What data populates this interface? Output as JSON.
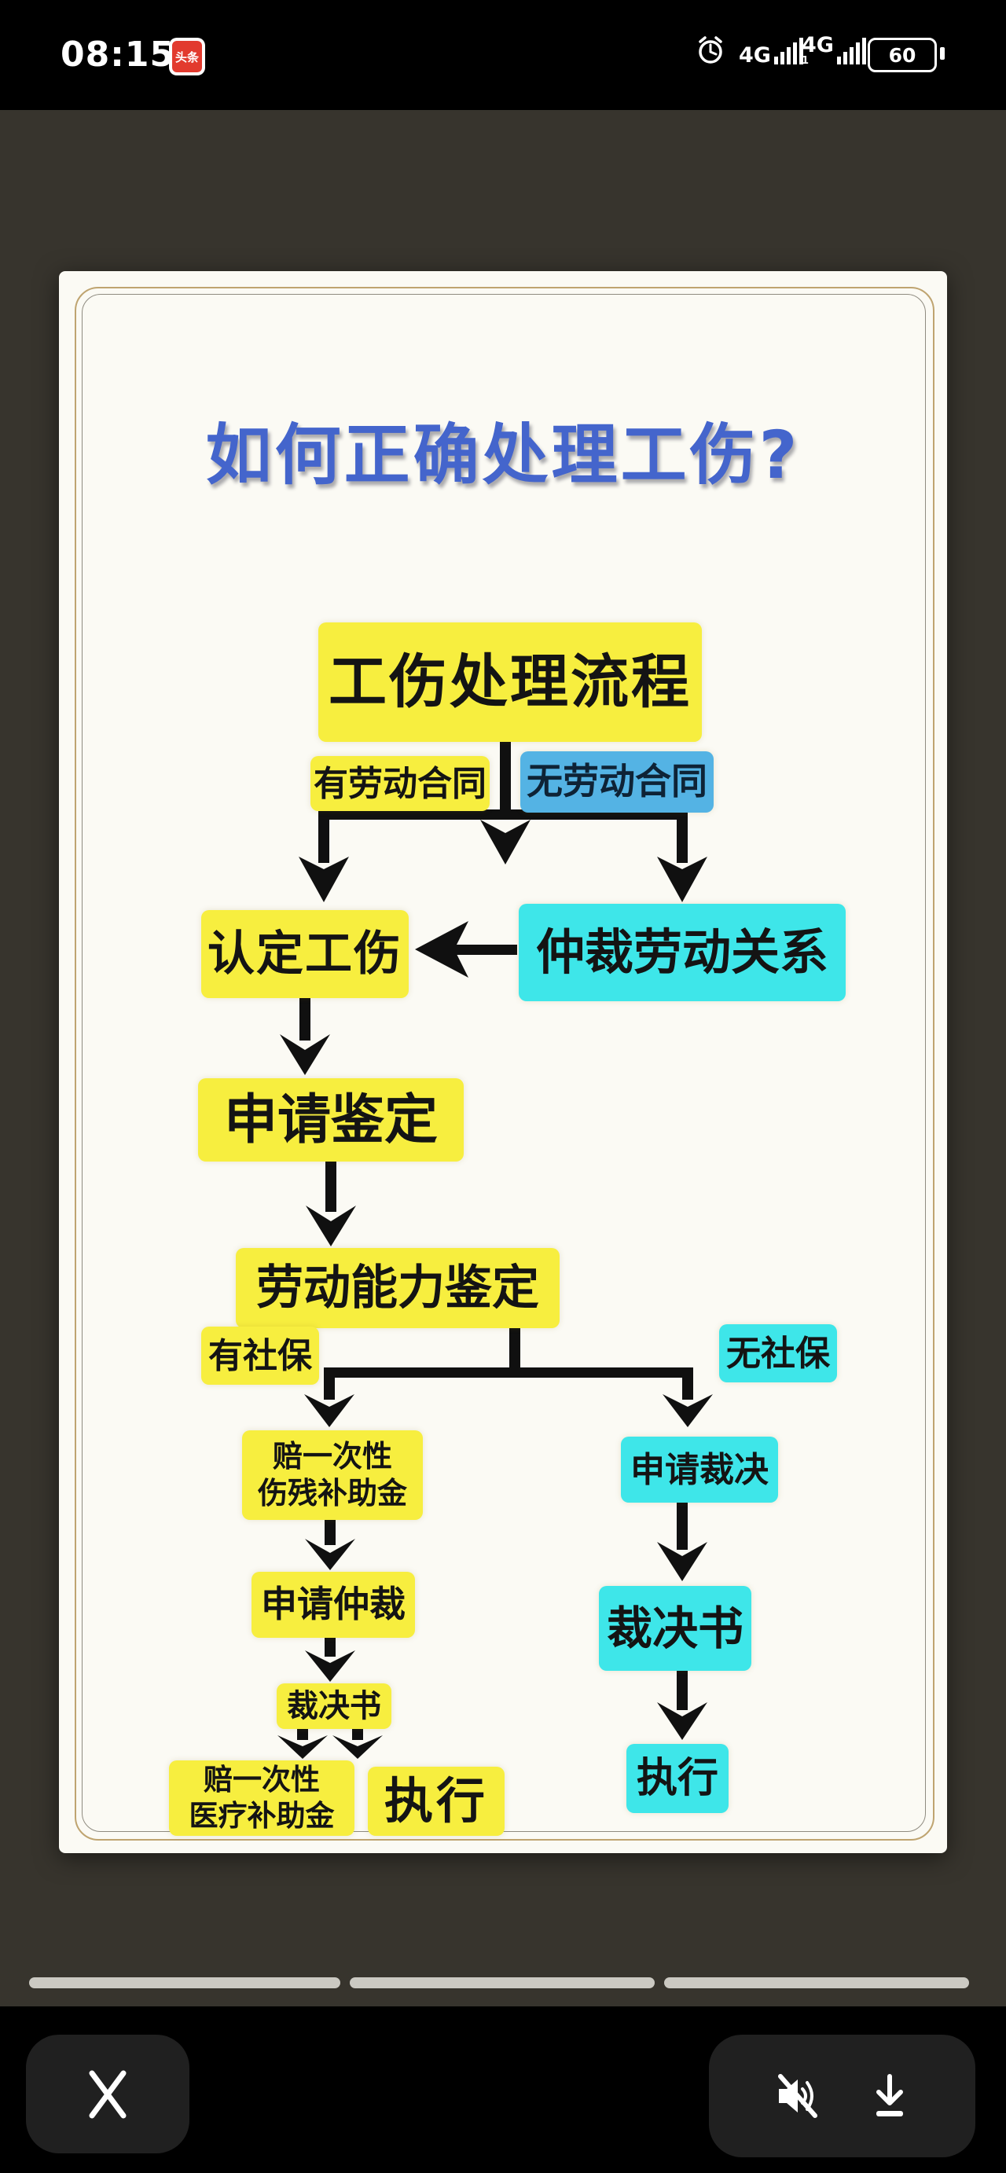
{
  "status_bar": {
    "time": "08:15",
    "app_badge_text": "头条",
    "sim1_label": "4G",
    "sim2_label": "4G",
    "sim2_sub": "1",
    "battery_level": "60"
  },
  "poster": {
    "title": "如何正确处理工伤?",
    "colors": {
      "title_blue": "#4465cc",
      "node_yellow": "#f7ee3f",
      "node_cyan": "#3ee6e9",
      "node_blue": "#54b3e4",
      "line_black": "#101010",
      "card_bg": "#fbfaf4"
    },
    "nodes": {
      "root": "工伤处理流程",
      "has_contract": "有劳动合同",
      "no_contract": "无劳动合同",
      "confirm_injury": "认定工伤",
      "arbitrate_relation": "仲裁劳动关系",
      "apply_appraisal": "申请鉴定",
      "labor_appraisal": "劳动能力鉴定",
      "has_social": "有社保",
      "no_social": "无社保",
      "disability_line1": "赔一次性",
      "disability_line2": "伤残补助金",
      "apply_arbitration": "申请仲裁",
      "award_left": "裁决书",
      "medical_line1": "赔一次性",
      "medical_line2": "医疗补助金",
      "execute_left": "执行",
      "apply_award": "申请裁决",
      "award_right": "裁决书",
      "execute_right": "执行"
    }
  },
  "icons": {
    "alarm": "alarm-clock-icon",
    "close": "close-icon",
    "mute": "muted-speaker-icon",
    "download": "download-icon"
  },
  "pager_segment_count": "3"
}
